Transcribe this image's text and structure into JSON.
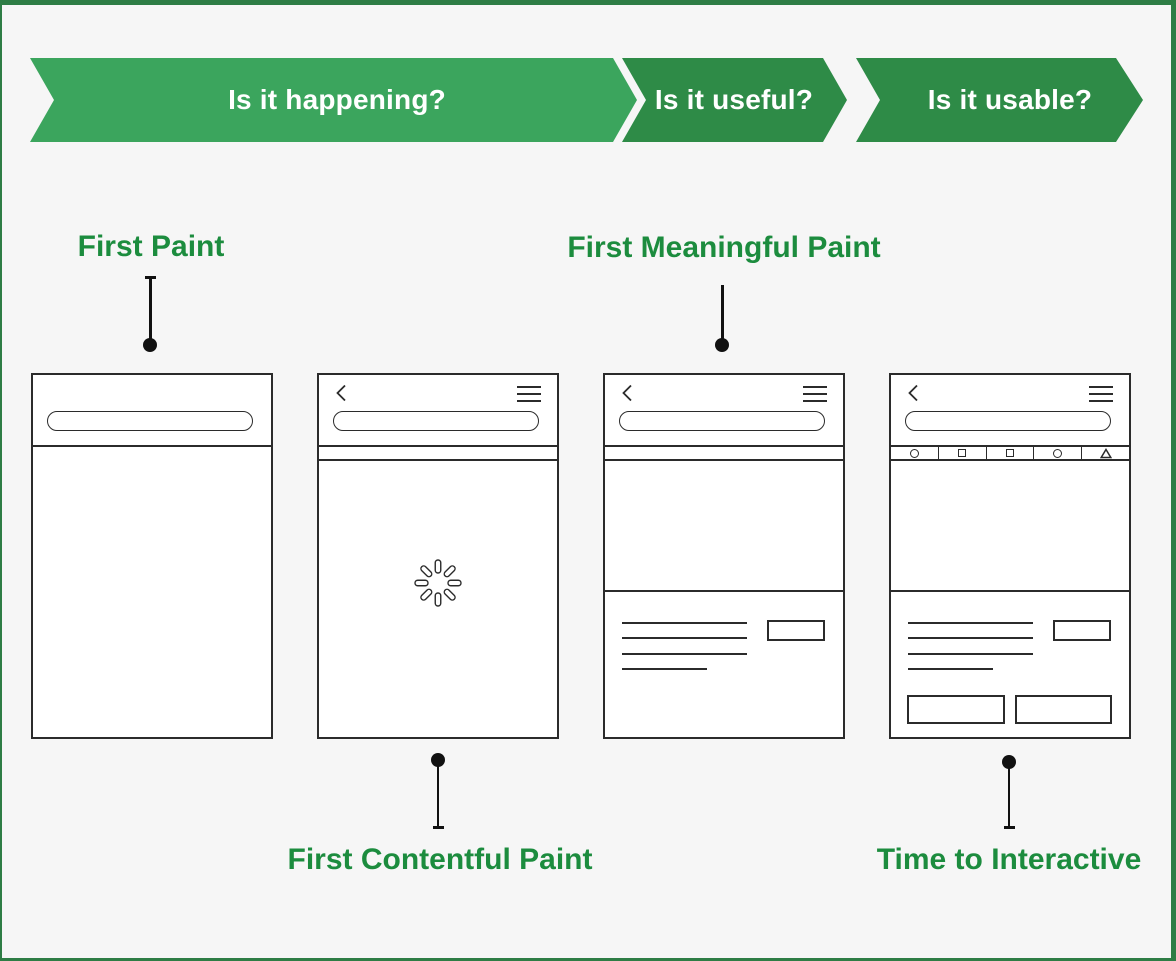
{
  "banner": {
    "segments": [
      {
        "label": "Is it happening?",
        "color": "#3ba55d"
      },
      {
        "label": "Is it useful?",
        "color": "#2e8b47"
      },
      {
        "label": "Is it usable?",
        "color": "#2e8b47"
      }
    ]
  },
  "metrics": {
    "first_paint": "First Paint",
    "first_contentful_paint": "First Contentful Paint",
    "first_meaningful_paint": "First Meaningful Paint",
    "time_to_interactive": "Time to Interactive"
  },
  "colors": {
    "background": "#f6f6f6",
    "frame_green": "#2e7d45",
    "banner_light_green": "#3ba55d",
    "banner_dark_green": "#2e8b47",
    "label_green": "#1c8c3e",
    "line_art": "#2b2b2b",
    "connector_black": "#111111",
    "phone_fill": "#ffffff"
  },
  "icons": {
    "back": "chevron-left",
    "menu": "hamburger",
    "loading": "spinner",
    "tab_icons": [
      "circle",
      "square",
      "square",
      "circle",
      "triangle"
    ]
  }
}
